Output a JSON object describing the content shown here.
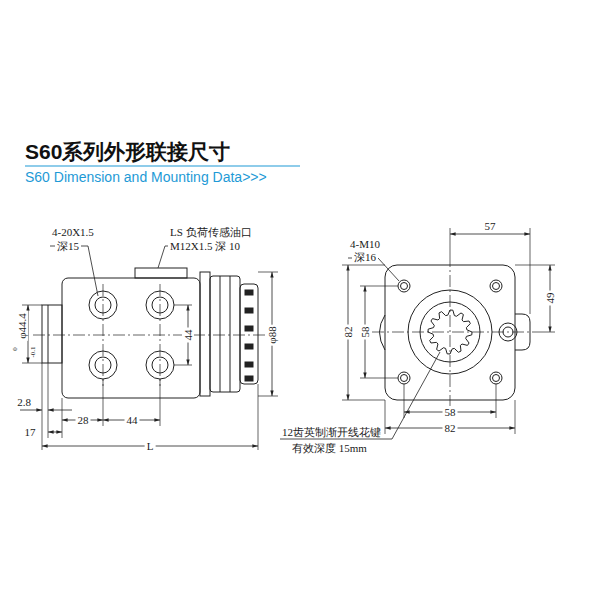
{
  "diagram": {
    "title": "S60系列外形联接尺寸",
    "labels": [
      "S60 Dimension and Mounting Data>>>",
      "4-20X1.5",
      "深15",
      "LS 负荷传感油口",
      "M12X1.5 深 10",
      "φ44.4",
      "0",
      "-0.1",
      "44",
      "φ88",
      "2.8",
      "17",
      "28",
      "44",
      "L",
      "57",
      "4-M10",
      "深16",
      "49",
      "82",
      "58",
      "58",
      "82",
      "12齿英制渐开线花键",
      "有效深度 15mm"
    ]
  }
}
